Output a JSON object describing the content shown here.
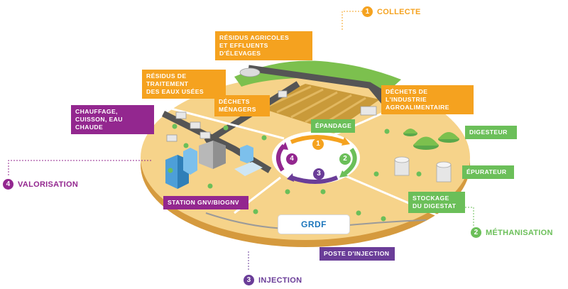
{
  "stages": {
    "collecte": {
      "num": "1",
      "title": "COLLECTE",
      "color": "#f5a21f"
    },
    "methanisation": {
      "num": "2",
      "title": "MÉTHANISATION",
      "color": "#6bbf59"
    },
    "injection": {
      "num": "3",
      "title": "INJECTION",
      "color": "#6a3d98"
    },
    "valorisation": {
      "num": "4",
      "title": "VALORISATION",
      "color": "#93278f"
    }
  },
  "labels": {
    "residus_agricoles": [
      "RÉSIDUS AGRICOLES",
      "ET EFFLUENTS D'ÉLEVAGES"
    ],
    "residus_eaux": [
      "RÉSIDUS DE TRAITEMENT",
      "DES EAUX USÉES"
    ],
    "dechets_menagers": [
      "DÉCHETS",
      "MÉNAGERS"
    ],
    "dechets_industrie": [
      "DÉCHETS DE L'INDUSTRIE",
      "AGROALIMENTAIRE"
    ],
    "epandage": [
      "ÉPANDAGE"
    ],
    "digesteur": [
      "DIGESTEUR"
    ],
    "epurateur": [
      "ÉPURATEUR"
    ],
    "stockage": [
      "STOCKAGE",
      "DU DIGESTAT"
    ],
    "chauffage": [
      "CHAUFFAGE,",
      "CUISSON, EAU CHAUDE"
    ],
    "station": [
      "STATION GNV/BIOGNV"
    ],
    "poste": [
      "POSTE D'INJECTION"
    ]
  },
  "hub": {
    "n1": "1",
    "n2": "2",
    "n3": "3",
    "n4": "4",
    "color1": "#f5a21f",
    "color2": "#6bbf59",
    "color3": "#6a3d98",
    "color4": "#93278f"
  },
  "sign": {
    "brand": "GRDF"
  }
}
